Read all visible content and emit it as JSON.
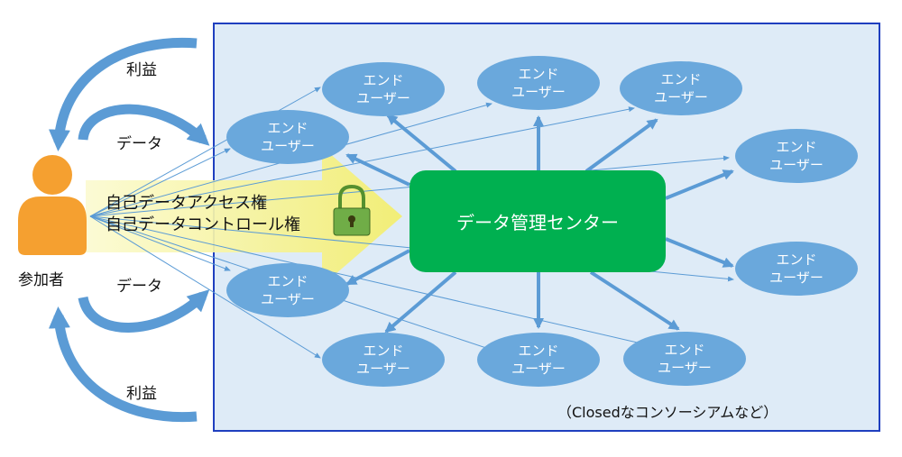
{
  "participant": {
    "label": "参加者",
    "icon": "person-icon"
  },
  "flows": {
    "benefit_top": "利益",
    "data_top": "データ",
    "data_bottom": "データ",
    "benefit_bottom": "利益"
  },
  "rights": {
    "line1": "自己データアクセス権",
    "line2": "自己データコントロール権",
    "icon": "lock-icon"
  },
  "center": {
    "label": "データ管理センター"
  },
  "end_users": [
    {
      "line1": "エンド",
      "line2": "ユーザー"
    },
    {
      "line1": "エンド",
      "line2": "ユーザー"
    },
    {
      "line1": "エンド",
      "line2": "ユーザー"
    },
    {
      "line1": "エンド",
      "line2": "ユーザー"
    },
    {
      "line1": "エンド",
      "line2": "ユーザー"
    },
    {
      "line1": "エンド",
      "line2": "ユーザー"
    },
    {
      "line1": "エンド",
      "line2": "ユーザー"
    },
    {
      "line1": "エンド",
      "line2": "ユーザー"
    },
    {
      "line1": "エンド",
      "line2": "ユーザー"
    },
    {
      "line1": "エンド",
      "line2": "ユーザー"
    }
  ],
  "note": "（Closedなコンソーシアムなど）",
  "colors": {
    "node": "#6aa8dc",
    "center": "#00b050",
    "frame_border": "#1f3fbf",
    "frame_bg": "#deebf7",
    "arrow": "#5b9bd5",
    "person": "#f5a030",
    "big_arrow": "#f7f39a",
    "lock": "#70ad47"
  }
}
